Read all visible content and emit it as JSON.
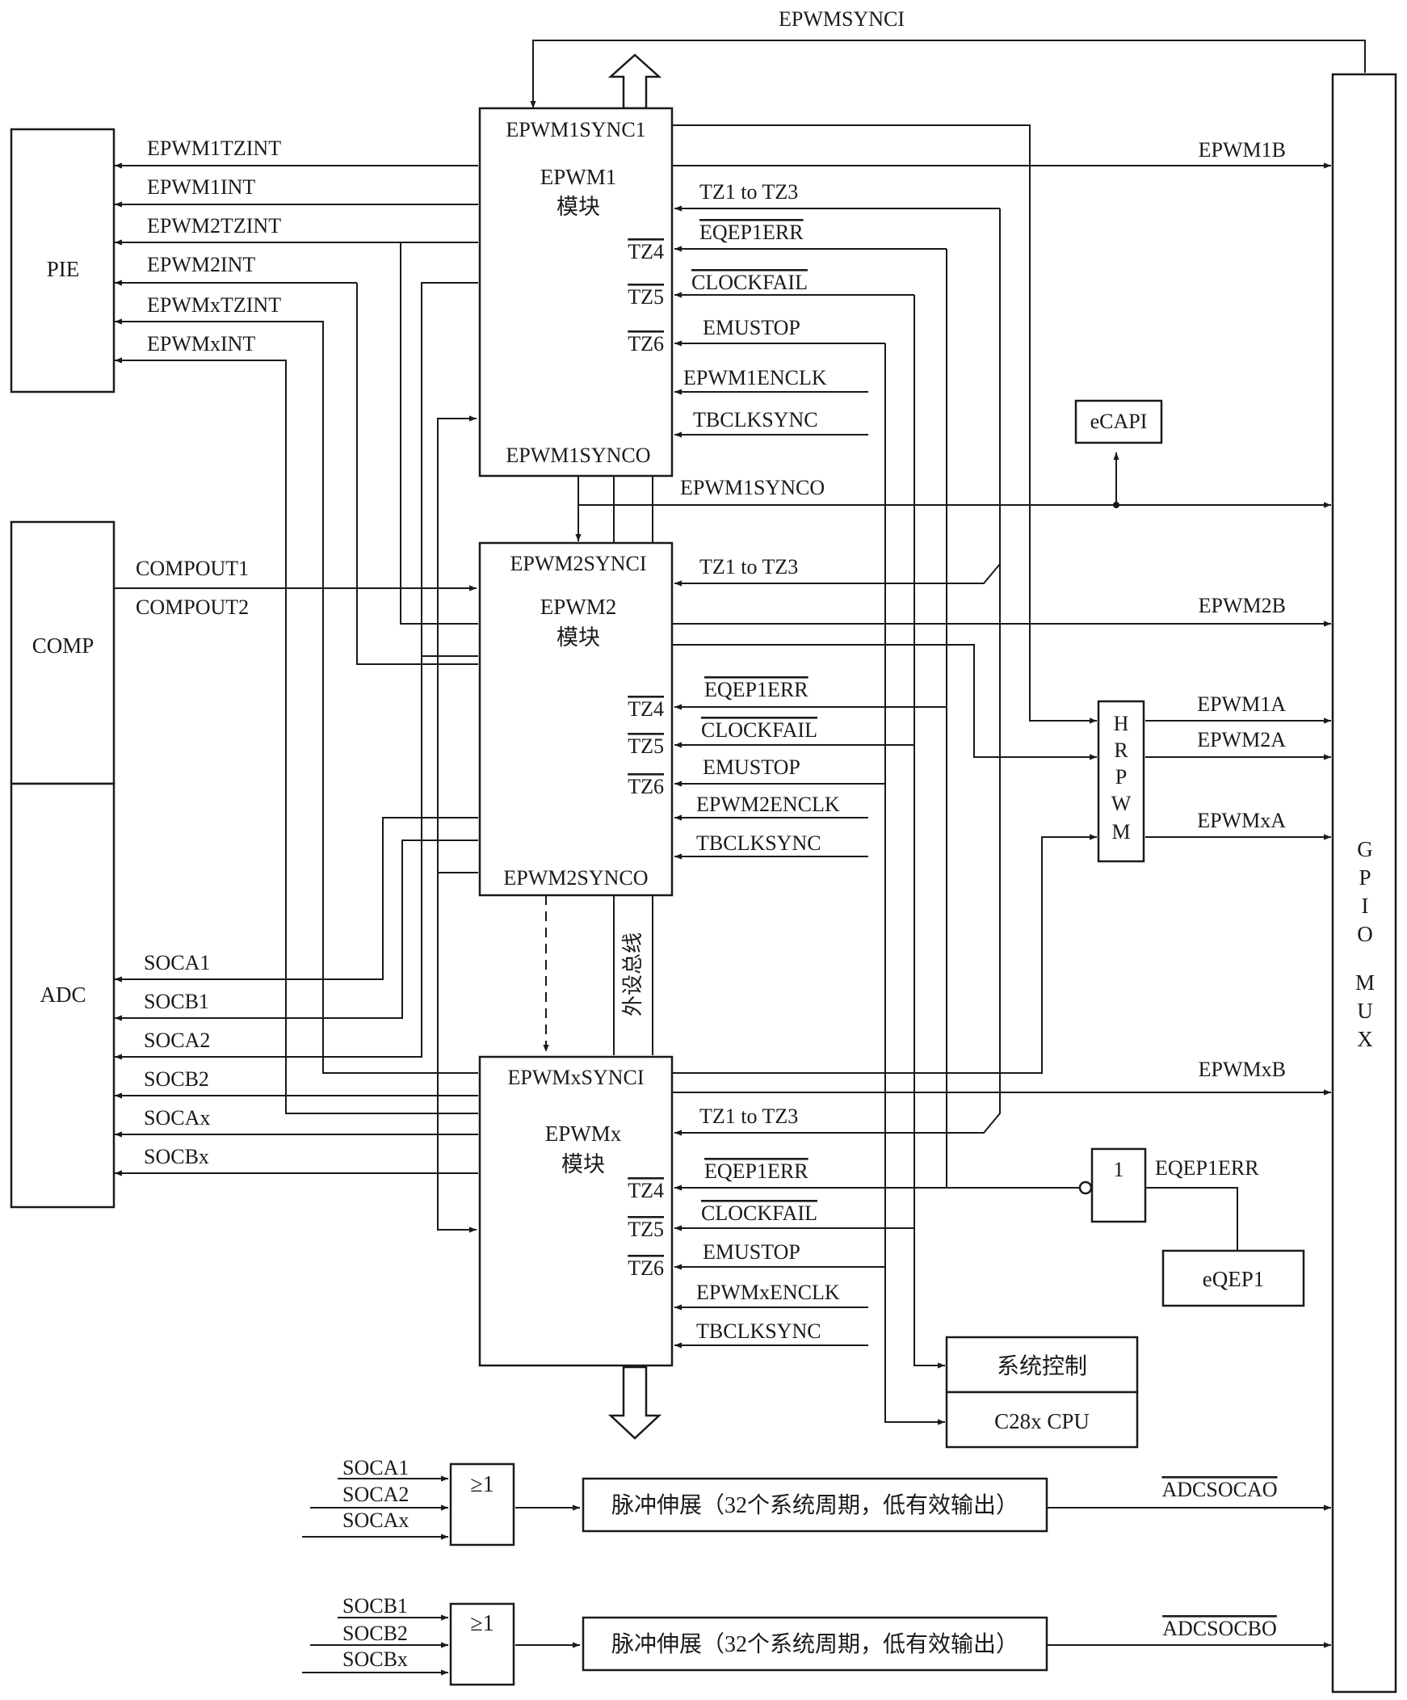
{
  "blocks": {
    "pie": "PIE",
    "comp": "COMP",
    "adc": "ADC",
    "ecap": "eCAPI",
    "eqep": "eQEP1",
    "sysctl": "系统控制",
    "cpu": "C28x CPU",
    "gpio": [
      "G",
      "P",
      "I",
      "O",
      "M",
      "U",
      "X"
    ],
    "hrpwm": [
      "H",
      "R",
      "P",
      "W",
      "M"
    ],
    "bus": "外设总线",
    "or_gate": "≥1",
    "not_gate": "1",
    "pulse": "脉冲伸展（32个系统周期，低有效输出）"
  },
  "epwm1": {
    "synci": "EPWM1SYNC1",
    "name": "EPWM1",
    "sub": "模块",
    "synco": "EPWM1SYNCO",
    "tz4": "TZ4",
    "tz5": "TZ5",
    "tz6": "TZ6",
    "in_tz": "TZ1 to TZ3",
    "in_eqep": "EQEP1ERR",
    "in_clock": "CLOCKFAIL",
    "in_emu": "EMUSTOP",
    "in_enclk": "EPWM1ENCLK",
    "in_tbclk": "TBCLKSYNC"
  },
  "epwm2": {
    "synci": "EPWM2SYNCI",
    "name": "EPWM2",
    "sub": "模块",
    "synco": "EPWM2SYNCO",
    "tz4": "TZ4",
    "tz5": "TZ5",
    "tz6": "TZ6",
    "in_tz": "TZ1 to TZ3",
    "in_eqep": "EQEP1ERR",
    "in_clock": "CLOCKFAIL",
    "in_emu": "EMUSTOP",
    "in_enclk": "EPWM2ENCLK",
    "in_tbclk": "TBCLKSYNC"
  },
  "epwmx": {
    "synci": "EPWMxSYNCI",
    "name": "EPWMx",
    "sub": "模块",
    "tz4": "TZ4",
    "tz5": "TZ5",
    "tz6": "TZ6",
    "in_tz": "TZ1 to TZ3",
    "in_eqep": "EQEP1ERR",
    "in_clock": "CLOCKFAIL",
    "in_emu": "EMUSTOP",
    "in_enclk": "EPWMxENCLK",
    "in_tbclk": "TBCLKSYNC"
  },
  "signals": {
    "top_sync": "EPWMSYNCI",
    "pie_in": [
      "EPWM1TZINT",
      "EPWM1INT",
      "EPWM2TZINT",
      "EPWM2INT",
      "EPWMxTZINT",
      "EPWMxINT"
    ],
    "comp_out": [
      "COMPOUT1",
      "COMPOUT2"
    ],
    "adc_in": [
      "SOCA1",
      "SOCB1",
      "SOCA2",
      "SOCB2",
      "SOCAx",
      "SOCBx"
    ],
    "synco_out": "EPWM1SYNCO",
    "gpio_in": [
      "EPWM1B",
      "EPWM2B",
      "EPWM1A",
      "EPWM2A",
      "EPWMxA",
      "EPWMxB"
    ],
    "eqep_out": "EQEP1ERR",
    "or_a_in": [
      "SOCA1",
      "SOCA2",
      "SOCAx"
    ],
    "or_b_in": [
      "SOCB1",
      "SOCB2",
      "SOCBx"
    ],
    "adcsoc_a": "ADCSOCAO",
    "adcsoc_b": "ADCSOCBO"
  }
}
